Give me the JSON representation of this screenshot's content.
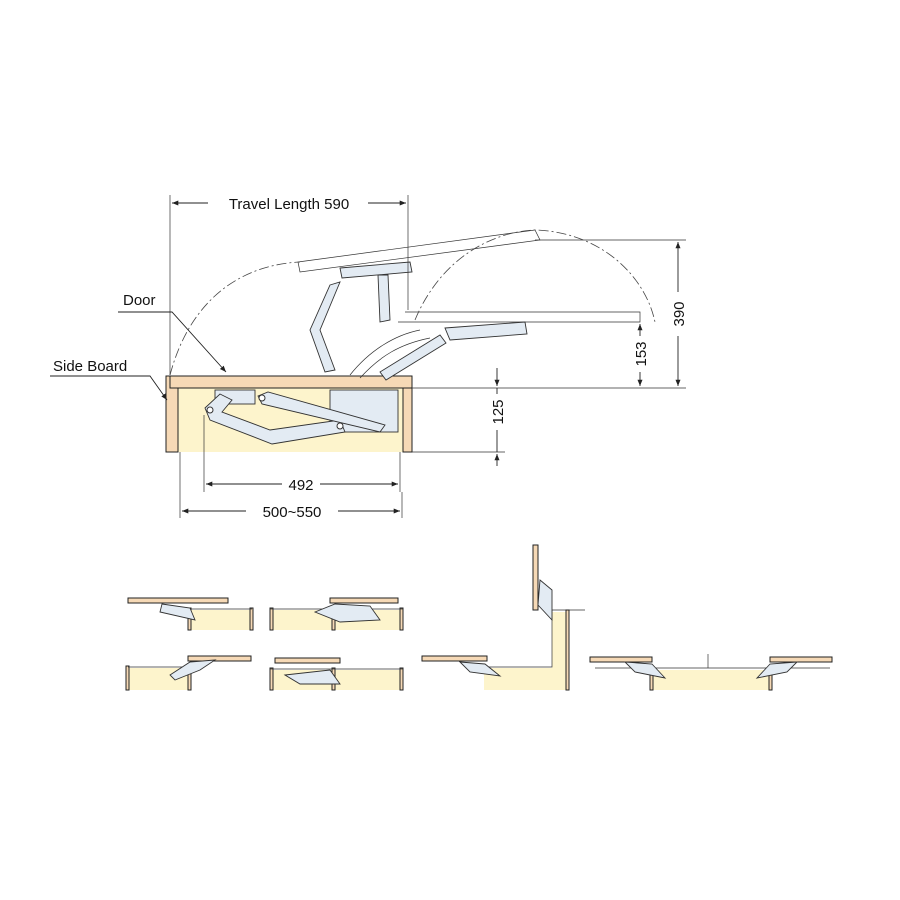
{
  "labels": {
    "travel_length": "Travel Length 590",
    "door": "Door",
    "side_board": "Side Board"
  },
  "dimensions": {
    "height_open": "390",
    "door_rise": "153",
    "depth": "125",
    "mechanism_length": "492",
    "cabinet_width": "500~550"
  },
  "colors": {
    "wood": "#f6d9b6",
    "interior": "#fdf4cc",
    "metal": "#e3ebf3"
  }
}
